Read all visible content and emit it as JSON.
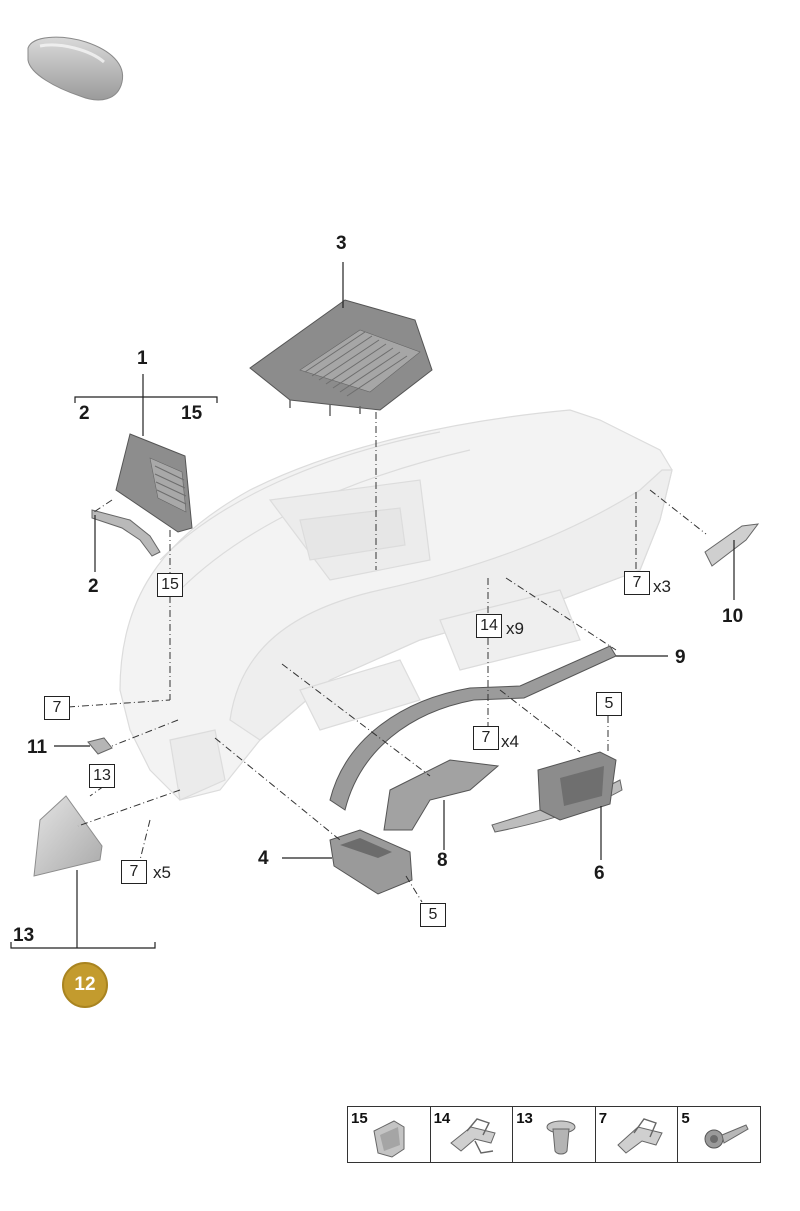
{
  "diagram": {
    "callouts": {
      "c1": "1",
      "c2a": "2",
      "c15a": "15",
      "c2b": "2",
      "c3": "3",
      "c4": "4",
      "c6": "6",
      "c8": "8",
      "c9": "9",
      "c10": "10",
      "c11": "11",
      "c13": "13"
    },
    "boxes": {
      "b15": "15",
      "b7a": "7",
      "b14": "14",
      "b7b": "7",
      "b7c": "7",
      "b7d": "7",
      "b5a": "5",
      "b5b": "5",
      "b13": "13"
    },
    "quantities": {
      "q3": "x3",
      "q9": "x9",
      "q4": "x4",
      "q5": "x5"
    },
    "badge": "12",
    "colors": {
      "badge": "#c39b2e",
      "part_fill": "#f2f2f2",
      "part_dark": "#8f8f8f",
      "line": "#222222"
    }
  },
  "legend": [
    {
      "number": "15",
      "icon": "clip-icon"
    },
    {
      "number": "14",
      "icon": "spring-clip-icon"
    },
    {
      "number": "13",
      "icon": "plug-icon"
    },
    {
      "number": "7",
      "icon": "spring-clip-icon"
    },
    {
      "number": "5",
      "icon": "screw-icon"
    }
  ]
}
